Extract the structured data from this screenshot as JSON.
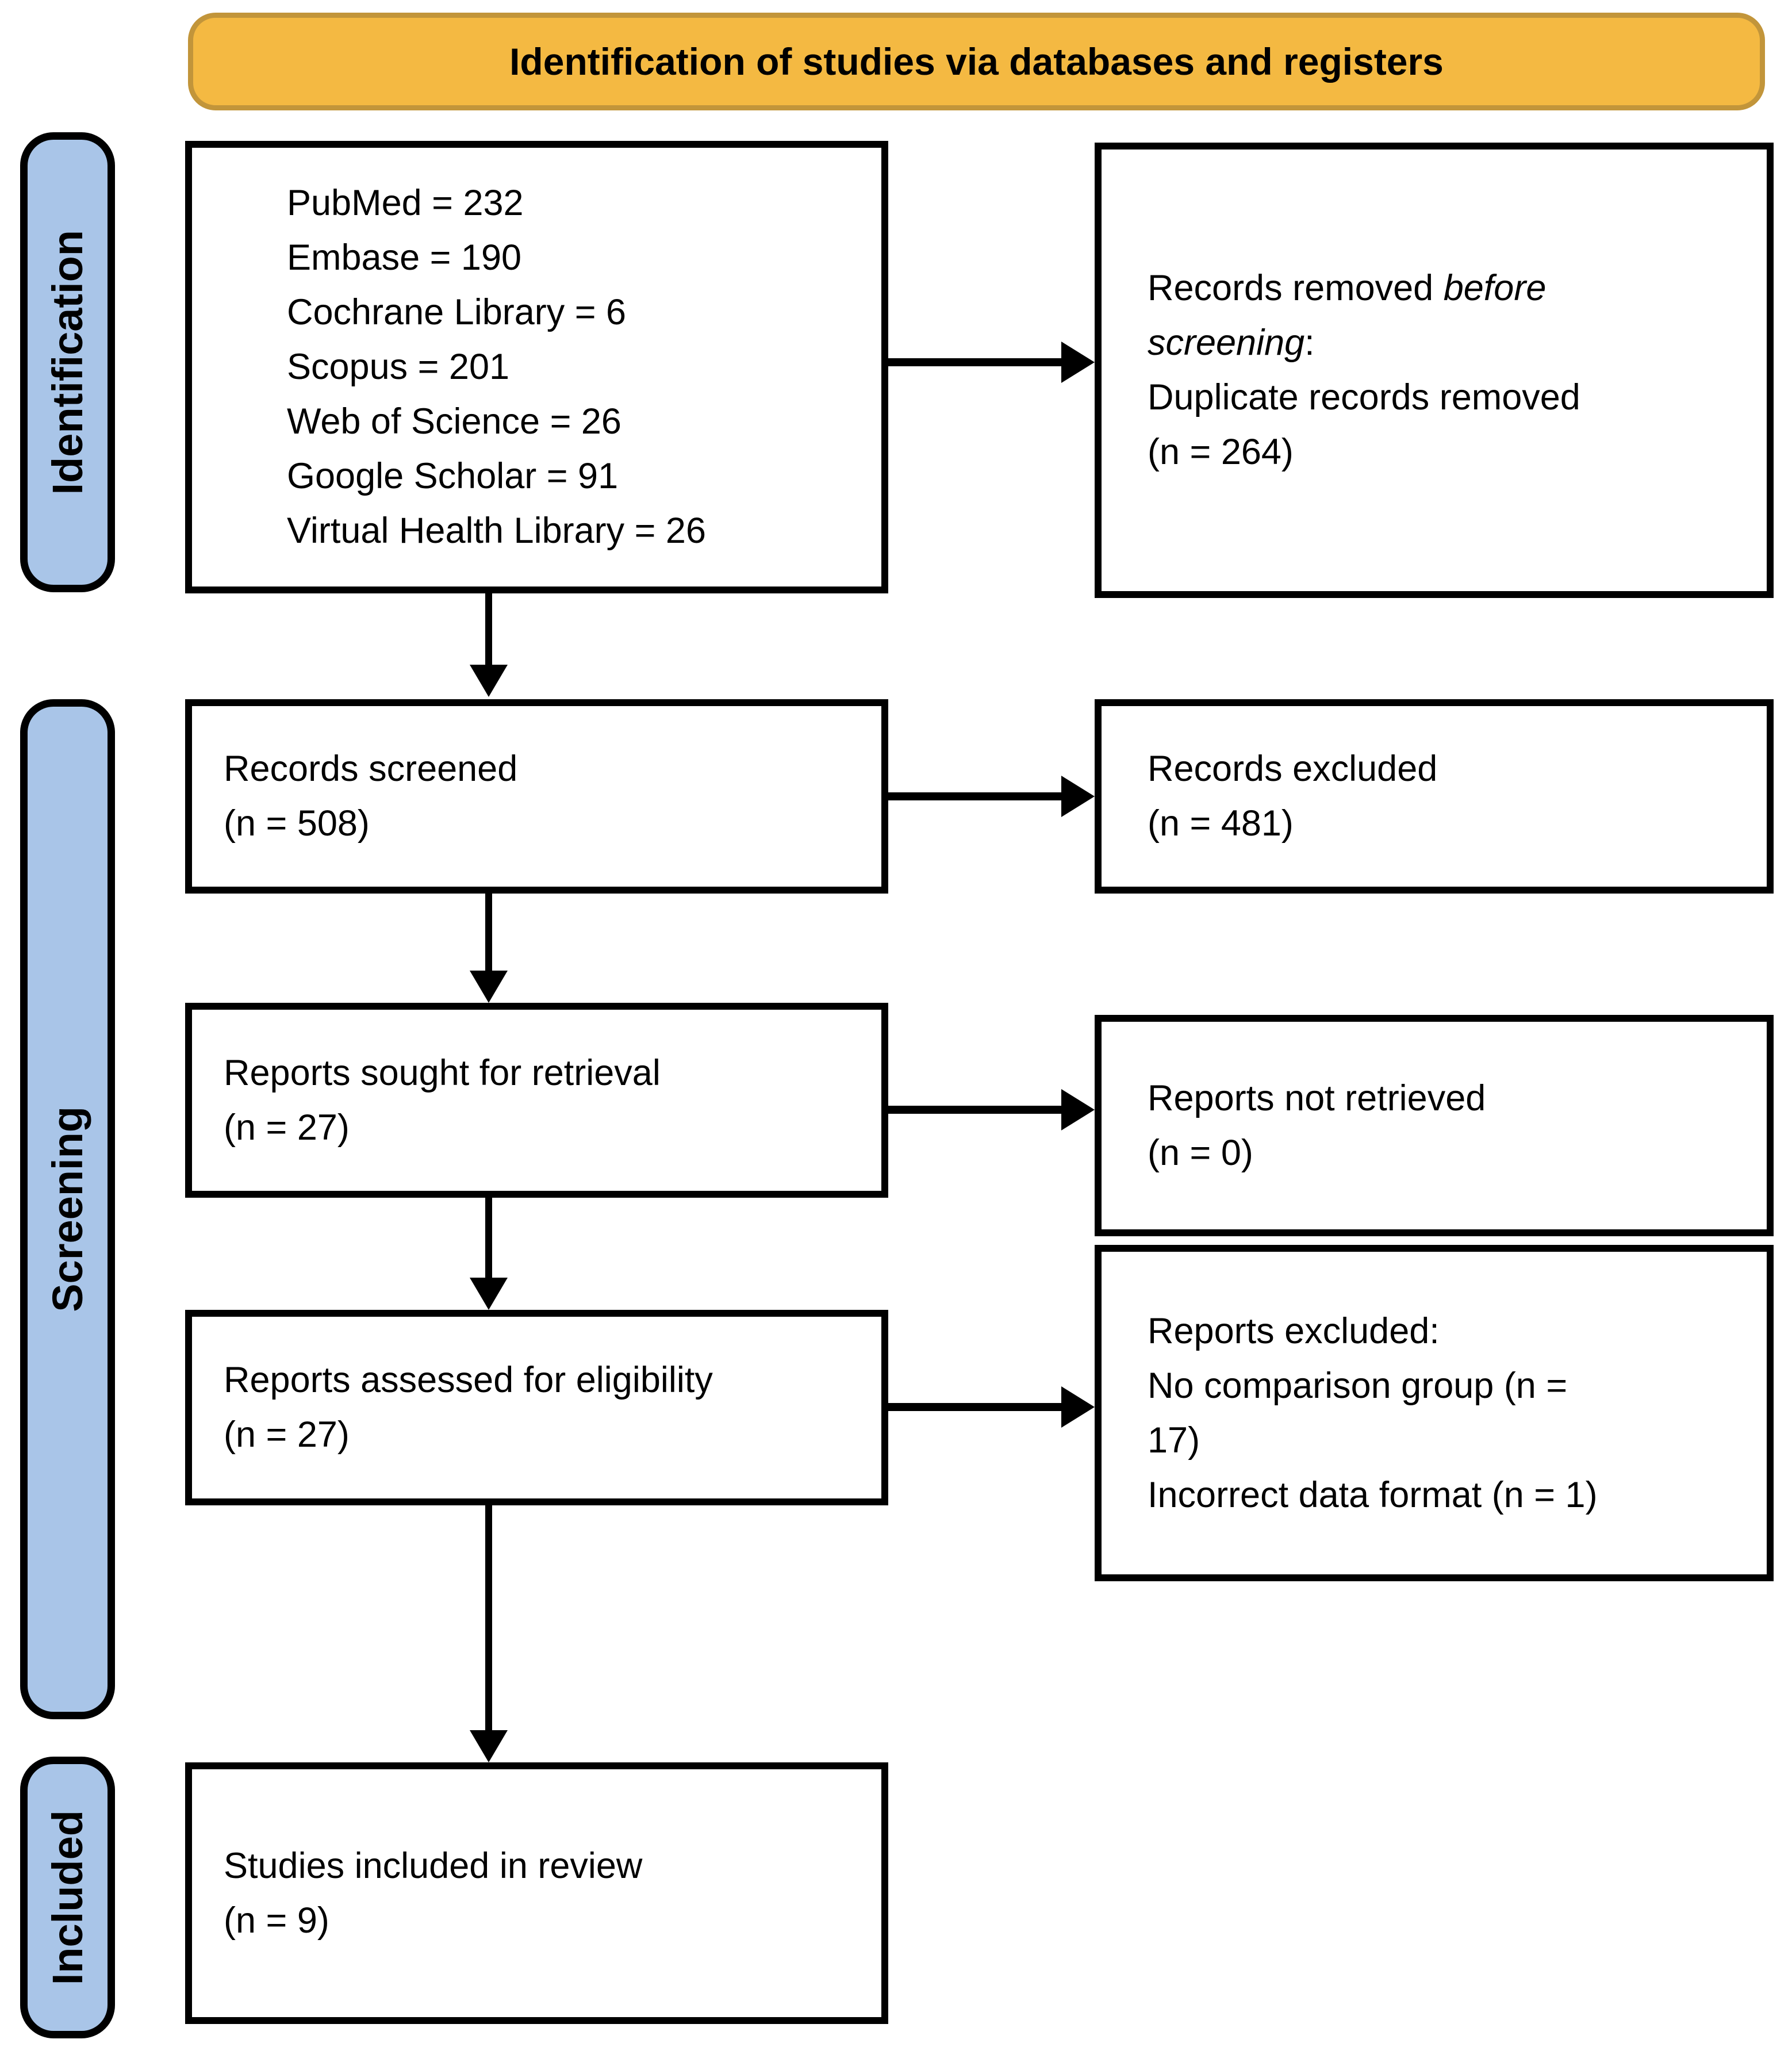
{
  "banner": {
    "title": "Identification of studies via databases and registers"
  },
  "side_labels": {
    "identification": "Identification",
    "screening": "Screening",
    "included": "Included"
  },
  "flow": {
    "identification_sources": {
      "lines": [
        "PubMed = 232",
        "Embase = 190",
        "Cochrane Library = 6",
        "Scopus = 201",
        "Web of Science = 26",
        "Google Scholar = 91",
        "Virtual Health Library = 26"
      ]
    },
    "records_removed": {
      "text_roman": "Records removed ",
      "text_italic": "before screening",
      "text_colon": ":",
      "detail": "Duplicate records removed",
      "count": "(n = 264)"
    },
    "records_screened": {
      "label": "Records screened",
      "count": "(n = 508)"
    },
    "records_excluded": {
      "label": "Records excluded",
      "count": "(n = 481)"
    },
    "reports_sought": {
      "label": "Reports sought for retrieval",
      "count": "(n = 27)"
    },
    "reports_not_retrieved": {
      "label": "Reports not retrieved",
      "count": "(n = 0)"
    },
    "reports_assessed": {
      "label": "Reports assessed for eligibility",
      "count": "(n = 27)"
    },
    "reports_excluded": {
      "label": "Reports excluded:",
      "reasons": [
        "No comparison group (n = 17)",
        "Incorrect data format (n = 1)"
      ]
    },
    "studies_included": {
      "label": "Studies included in review",
      "count": "(n = 9)"
    }
  },
  "colors": {
    "banner_fill": "#F4B942",
    "banner_border": "#C2953A",
    "label_fill": "#A9C5E8",
    "box_border": "#000000",
    "arrow": "#000000"
  }
}
